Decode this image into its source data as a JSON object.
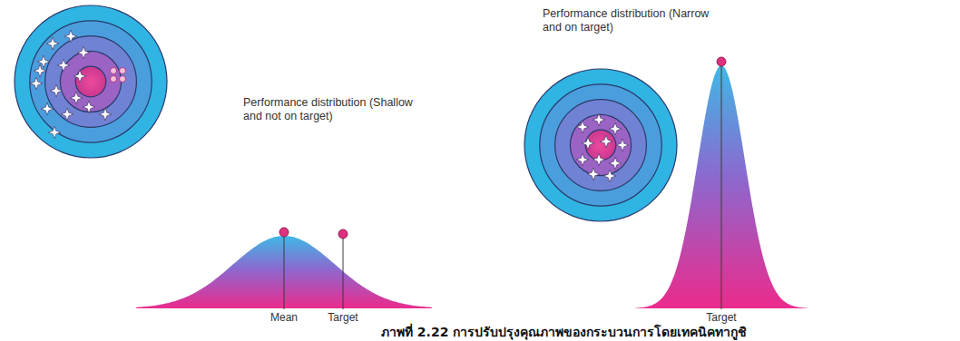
{
  "diagram": {
    "caption": "ภาพที่ 2.22 การปรับปรุงคุณภาพของกระบวนการโดยเทคนิคทากูชิ",
    "labels": [
      "Performance distribution (Shallow and not on target)",
      "Mean",
      "Target",
      "Performance distribution (Narrow and on target)",
      "Target"
    ]
  }
}
